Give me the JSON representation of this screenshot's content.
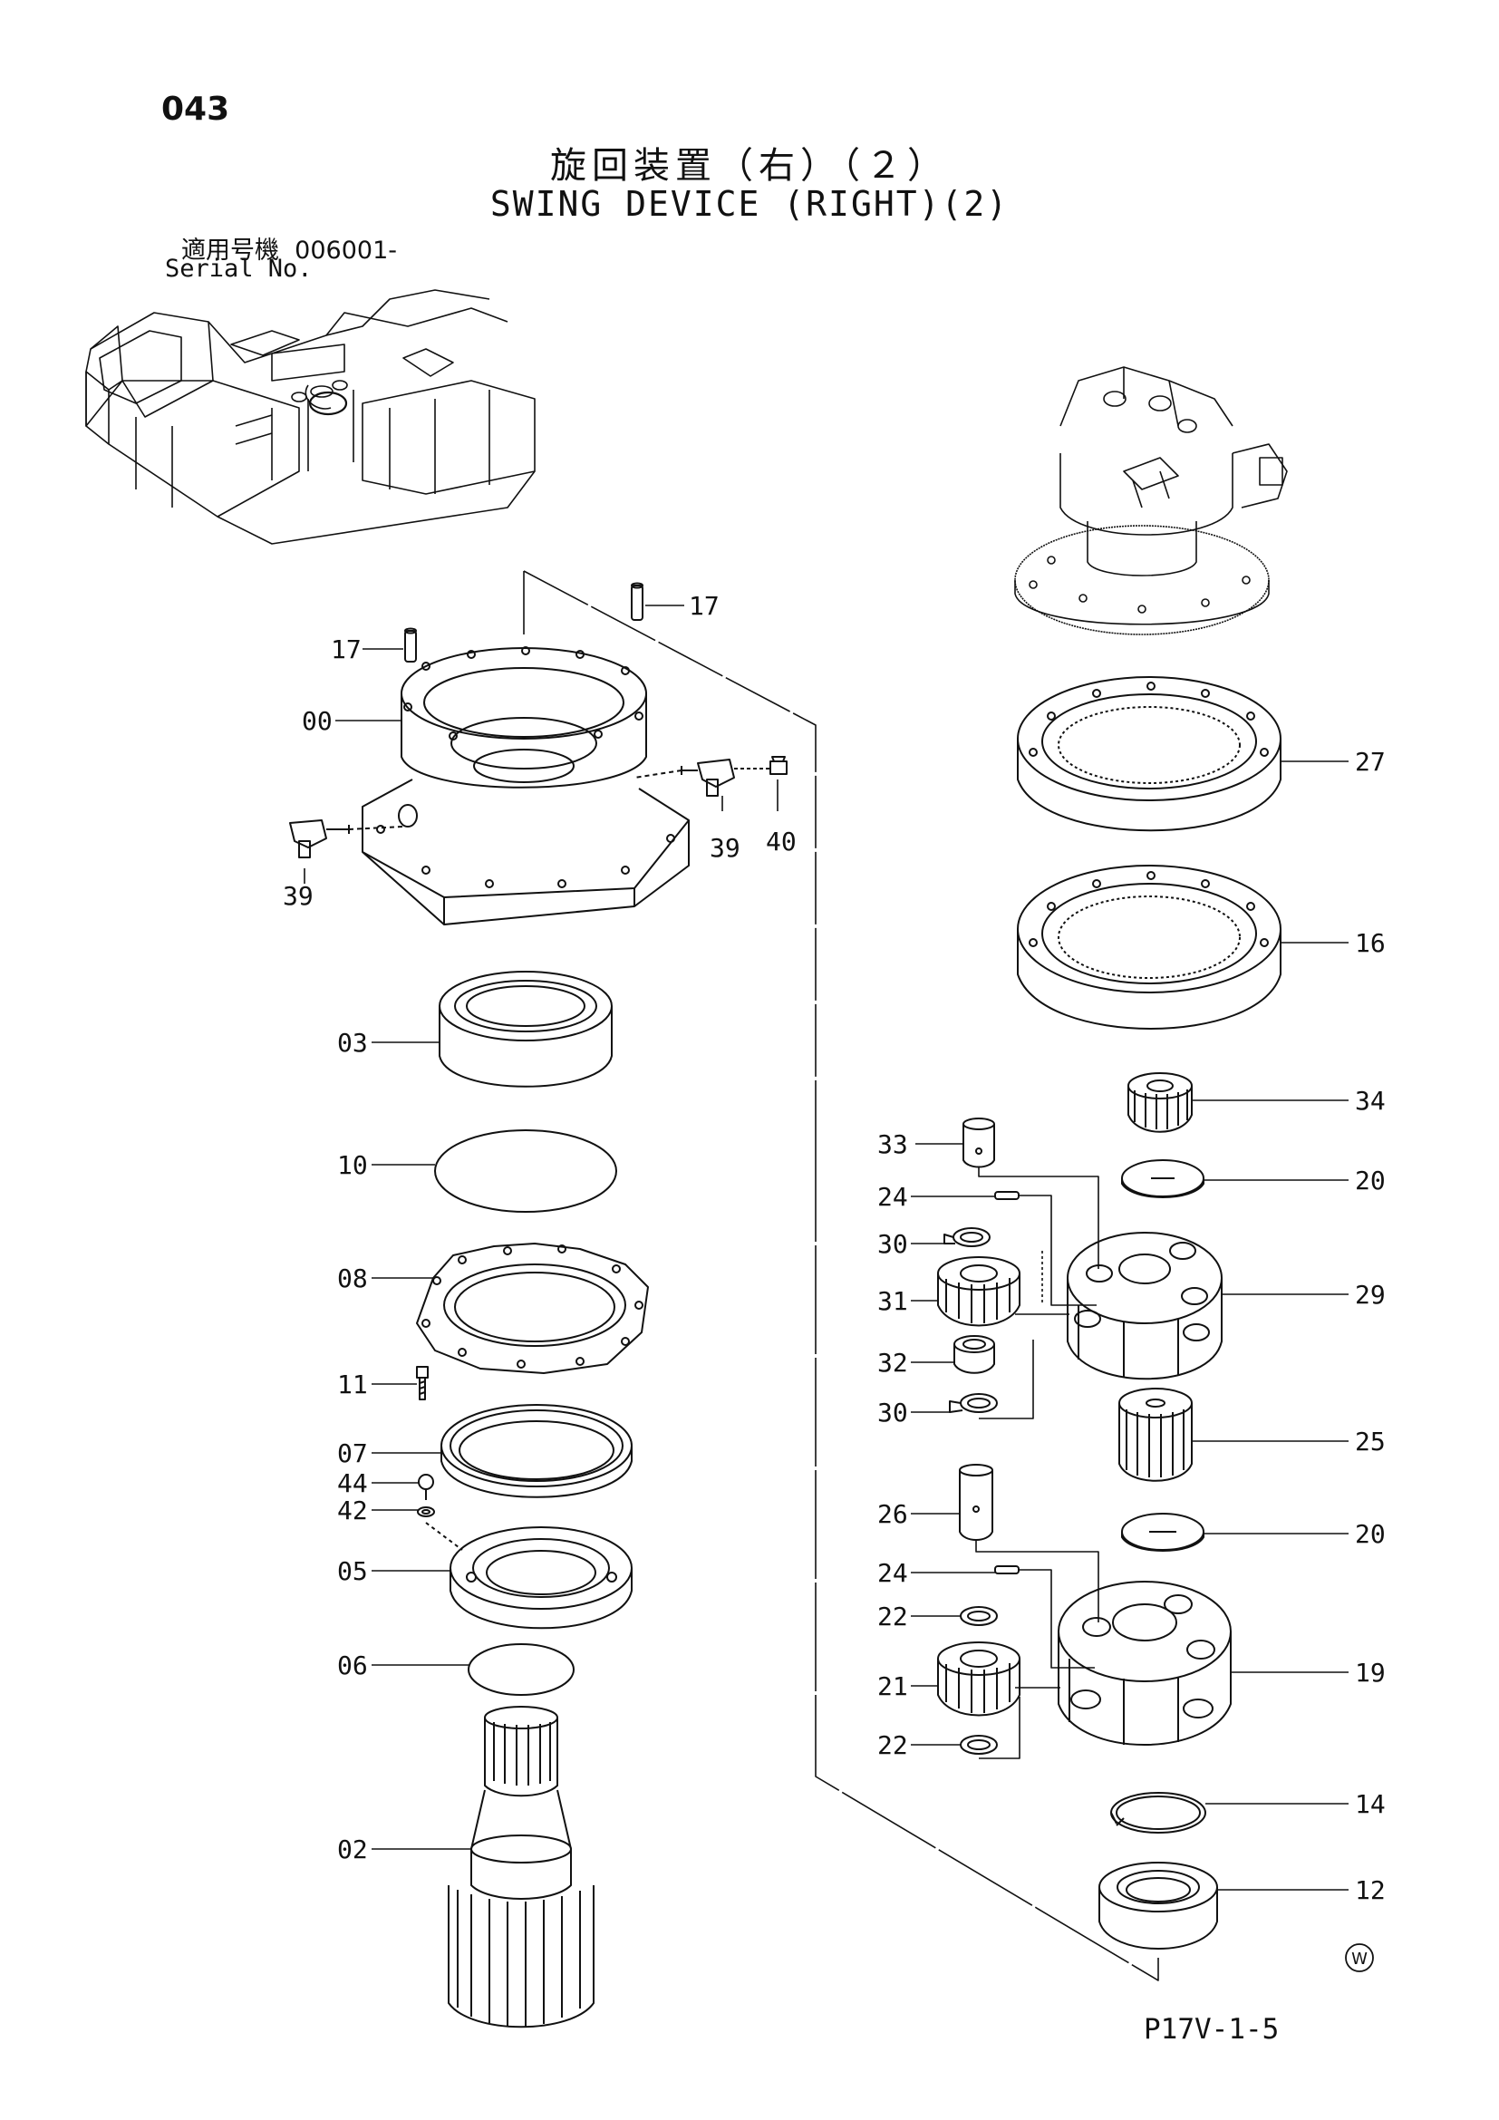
{
  "page_number": "043",
  "title_jp": "旋回装置（右）（２）",
  "title_en": "SWING DEVICE (RIGHT)(2)",
  "serial_label_jp": "適用号機",
  "serial_value": "006001-",
  "serial_label_en": "Serial No.",
  "drawing_code": "P17V-1-5",
  "watermark": "W",
  "part_labels": {
    "p17a": "17",
    "p17b": "17",
    "p00": "00",
    "p39a": "39",
    "p39b": "39",
    "p40": "40",
    "p03": "03",
    "p10": "10",
    "p08": "08",
    "p11": "11",
    "p07": "07",
    "p44": "44",
    "p42": "42",
    "p05": "05",
    "p06": "06",
    "p02": "02",
    "p27": "27",
    "p16": "16",
    "p34": "34",
    "p33": "33",
    "p20a": "20",
    "p24a": "24",
    "p30a": "30",
    "p29": "29",
    "p31": "31",
    "p32": "32",
    "p30b": "30",
    "p25": "25",
    "p26": "26",
    "p20b": "20",
    "p24b": "24",
    "p22a": "22",
    "p19": "19",
    "p21": "21",
    "p22b": "22",
    "p14": "14",
    "p12": "12"
  }
}
